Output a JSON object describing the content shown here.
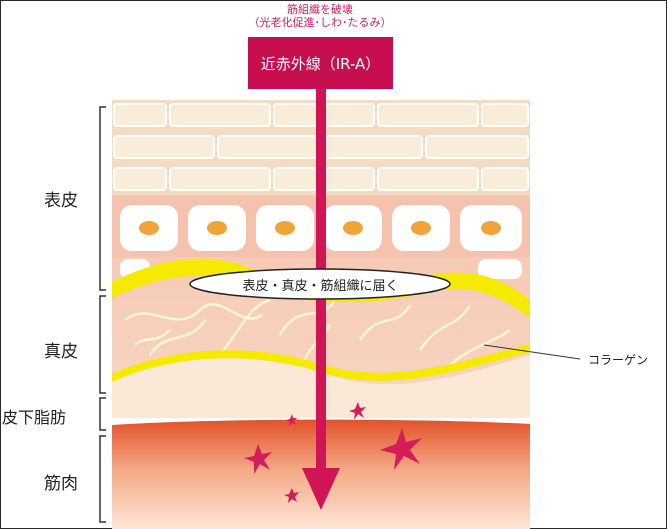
{
  "top_note": {
    "line1": "筋組織を破壊",
    "line2": "（光老化促進･しわ･たるみ）"
  },
  "ir_label": "近赤外線（IR-A）",
  "callout": "表皮・真皮・筋組織に届く",
  "layers": {
    "epidermis": "表皮",
    "dermis": "真皮",
    "subcutaneous": "皮下脂肪",
    "muscle": "筋肉"
  },
  "collagen_label": "コラーゲン",
  "colors": {
    "ir_red": "#c70f4f",
    "horny_layer": "#f7e4c8",
    "cell_fill": "#ffffff",
    "nucleus": "#f0a338",
    "collagen": "#f5ea00",
    "dermis": "#f5c3ad",
    "fat": "#fbe8d8",
    "muscle": "#e8693e",
    "sparkle": "#d41e5a"
  }
}
